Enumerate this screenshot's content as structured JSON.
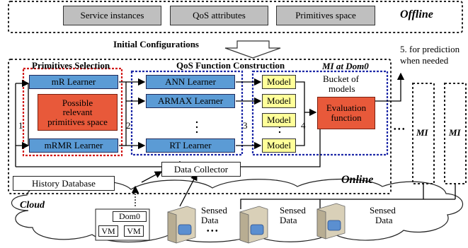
{
  "offline": {
    "items": [
      "Service instances",
      "QoS attributes",
      "Primitives space"
    ],
    "label": "Offline"
  },
  "initial_configurations": "Initial Configurations",
  "prediction_note": [
    "5. for prediction",
    "when needed"
  ],
  "online": {
    "label": "Online",
    "mi_label": "MI at Dom0",
    "primitives_selection": {
      "title": "Primitives Selection",
      "mr_learner": "mR Learner",
      "space": [
        "Possible",
        "relevant",
        "primitives space"
      ],
      "mrmr_learner": "mRMR Learner"
    },
    "qos_function": {
      "title": "QoS Function Construction",
      "learners": [
        "ANN Learner",
        "ARMAX Learner",
        "RT Learner"
      ],
      "ellipsis": ".",
      "models": [
        "Model",
        "Model",
        "Model",
        "Model"
      ]
    },
    "bucket": [
      "Bucket of",
      "models"
    ],
    "evaluation": [
      "Evaluation",
      "function"
    ],
    "step_labels": [
      "1",
      "2",
      "3",
      "4"
    ],
    "history_db": "History Database",
    "data_collector": "Data Collector"
  },
  "mi_boxes": [
    "MI",
    "MI"
  ],
  "mi_ellipsis": "• • •",
  "cloud": {
    "label": "Cloud",
    "dom0": "Dom0",
    "vms": [
      "VM",
      "VM"
    ],
    "sensed_data": [
      [
        "Sensed",
        "Data"
      ],
      [
        "Sensed",
        "Data"
      ],
      [
        "Sensed",
        "Data"
      ]
    ],
    "servers_ellipsis": "• • •"
  },
  "colors": {
    "blue_dash": "#1f2aa8",
    "red_dash": "#d11a1a",
    "learner": "#5b9bd5",
    "space": "#e8593a",
    "model": "#ffff99",
    "gray": "#bfbfbf"
  }
}
